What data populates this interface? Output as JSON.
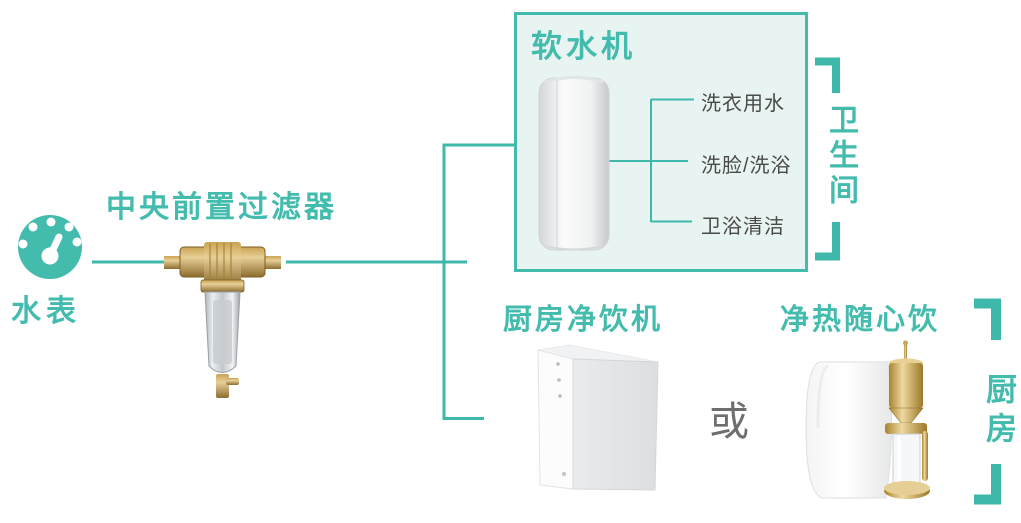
{
  "colors": {
    "accent_teal": "#43bcae",
    "line_teal": "#3eb8aa",
    "softener_box_fill": "#e8f4f1",
    "output_label_gray": "#4a4a4a",
    "or_gray": "#6e6e6e",
    "brass": "#c9a24e"
  },
  "water_meter": {
    "label": "水表"
  },
  "pre_filter": {
    "title": "中央前置过滤器"
  },
  "softener_box": {
    "title": "软水机",
    "outputs": [
      {
        "label": "洗衣用水"
      },
      {
        "label": "洗脸/洗浴"
      },
      {
        "label": "卫浴清洁"
      }
    ],
    "zone_label": "卫生间"
  },
  "kitchen_section": {
    "purifier_title": "厨房净饮机",
    "or_label": "或",
    "dispenser_title": "净热随心饮",
    "zone_label": "厨房"
  }
}
